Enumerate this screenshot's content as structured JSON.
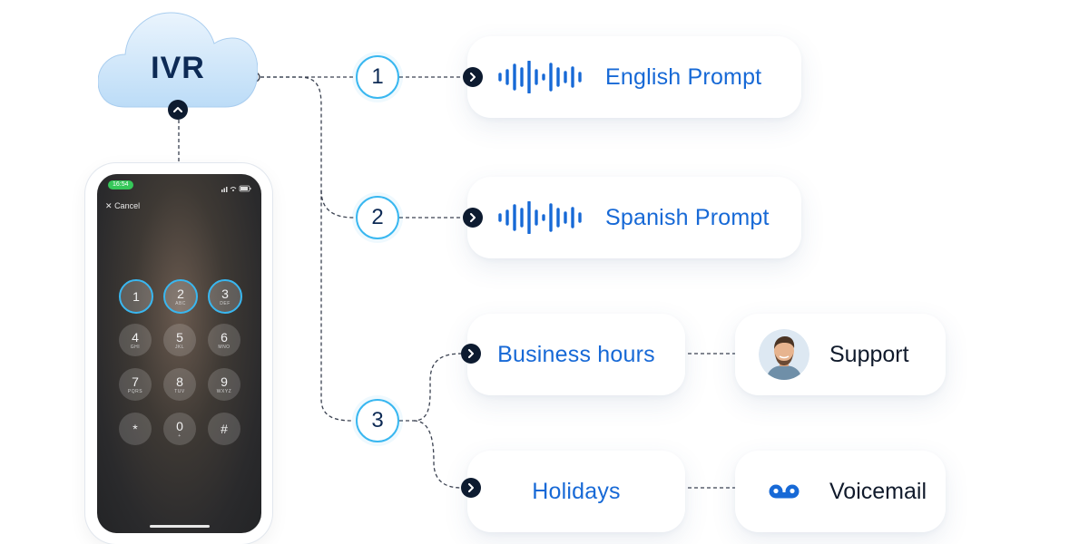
{
  "ivr": {
    "label": "IVR"
  },
  "phone": {
    "status_time": "16:54",
    "cancel_label": "Cancel",
    "keys": [
      {
        "num": "1",
        "sub": ""
      },
      {
        "num": "2",
        "sub": "ABC"
      },
      {
        "num": "3",
        "sub": "DEF"
      },
      {
        "num": "4",
        "sub": "GHI"
      },
      {
        "num": "5",
        "sub": "JKL"
      },
      {
        "num": "6",
        "sub": "MNO"
      },
      {
        "num": "7",
        "sub": "PQRS"
      },
      {
        "num": "8",
        "sub": "TUV"
      },
      {
        "num": "9",
        "sub": "WXYZ"
      },
      {
        "num": "*",
        "sub": ""
      },
      {
        "num": "0",
        "sub": "+"
      },
      {
        "num": "#",
        "sub": ""
      }
    ],
    "highlighted_keys": [
      "1",
      "2",
      "3"
    ]
  },
  "options": [
    {
      "number": "1",
      "label": "English Prompt"
    },
    {
      "number": "2",
      "label": "Spanish Prompt"
    },
    {
      "number": "3"
    }
  ],
  "branches": {
    "business_hours": {
      "label": "Business hours",
      "target": "Support",
      "target_icon": "agent-avatar"
    },
    "holidays": {
      "label": "Holidays",
      "target": "Voicemail",
      "target_icon": "voicemail-icon"
    }
  },
  "colors": {
    "accent_blue": "#1769d6",
    "ring_blue": "#39b7f0",
    "dark_navy": "#0d1b30",
    "cloud_fill": "#cfe6fb"
  }
}
